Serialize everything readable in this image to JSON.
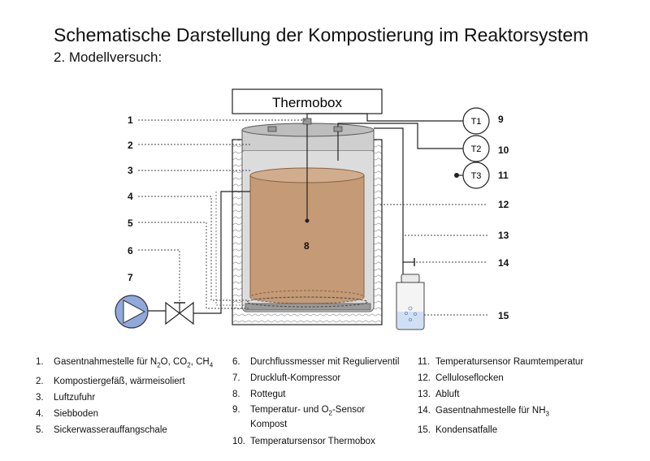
{
  "title": "Schematische Darstellung der Kompostierung im Reaktorsystem",
  "subtitle": "2. Modellversuch:",
  "thermobox_label": "Thermobox",
  "sensors": {
    "t1": "T1",
    "t2": "T2",
    "t3": "T3"
  },
  "left_numbers": [
    "1",
    "2",
    "3",
    "4",
    "5",
    "6",
    "7"
  ],
  "right_numbers": [
    "9",
    "10",
    "11",
    "12",
    "13",
    "14",
    "15"
  ],
  "center_number": "8",
  "legend": {
    "col1": [
      {
        "num": "1.",
        "pre": "Gasentnahmestelle für N",
        "s1": "2",
        "mid1": "O, CO",
        "s2": "2",
        "mid2": ", CH",
        "s3": "4"
      },
      {
        "num": "2.",
        "text": "Kompostiergefäß, wärmeisoliert"
      },
      {
        "num": "3.",
        "text": "Luftzufuhr"
      },
      {
        "num": "4.",
        "text": "Siebboden"
      },
      {
        "num": "5.",
        "text": "Sickerwasserauffangschale"
      }
    ],
    "col2": [
      {
        "num": "6.",
        "text": "Durchflussmesser mit Regulierventil"
      },
      {
        "num": "7.",
        "text": "Druckluft-Kompressor"
      },
      {
        "num": "8.",
        "text": "Rottegut"
      },
      {
        "num": "9.",
        "pre": "Temperatur- und O",
        "sub": "2",
        "post": "-Sensor",
        "cont": "Kompost"
      },
      {
        "num": "10.",
        "text": "Temperatursensor Thermobox"
      }
    ],
    "col3": [
      {
        "num": "11.",
        "text": "Temperatursensor Raumtemperatur"
      },
      {
        "num": "12.",
        "text": "Celluloseflocken"
      },
      {
        "num": "13.",
        "text": "Abluft"
      },
      {
        "num": "14.",
        "pre": "Gasentnahmestelle für NH",
        "sub": "3"
      },
      {
        "num": "15.",
        "text": "Kondensatfalle"
      }
    ]
  },
  "colors": {
    "compost": "#c49a77",
    "compost_stroke": "#8a6243",
    "vessel": "#d9d9d9",
    "lid": "#c8c8c8",
    "tray": "#9a9a9a",
    "compressor": "#8fa9dc"
  }
}
